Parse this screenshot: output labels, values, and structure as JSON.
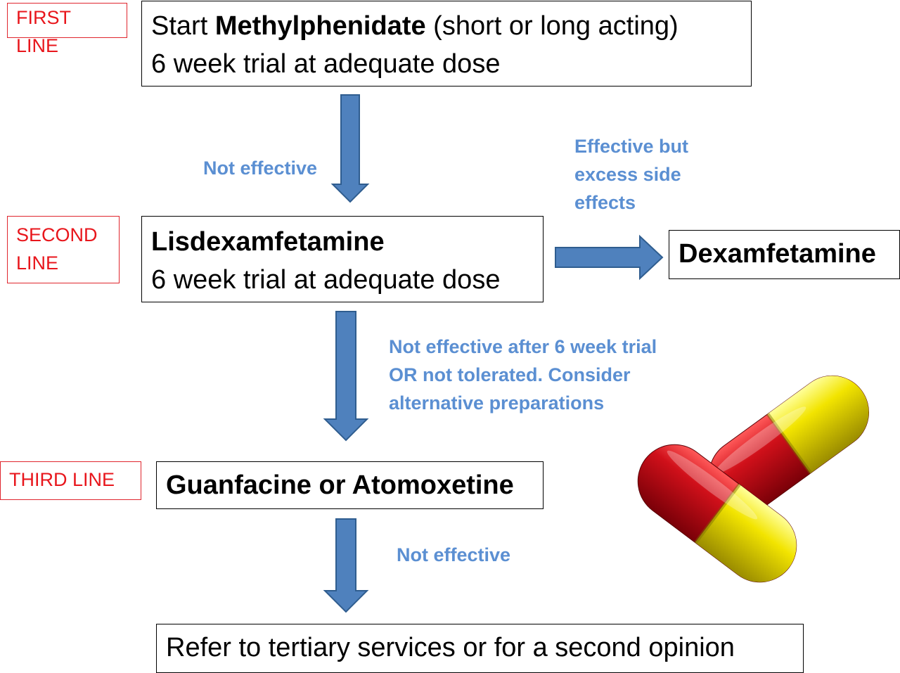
{
  "line_tags": {
    "first": "FIRST LINE",
    "second_line1": "SECOND",
    "second_line2": "LINE",
    "third": "THIRD LINE"
  },
  "steps": {
    "first": {
      "prefix": "Start ",
      "drug": "Methylphenidate",
      "suffix": " (short or long acting)",
      "detail": "6 week trial at adequate dose"
    },
    "second": {
      "drug": "Lisdexamfetamine",
      "detail": "6 week trial at adequate dose"
    },
    "alternative": {
      "drug": "Dexamfetamine"
    },
    "third": {
      "drug": "Guanfacine or Atomoxetine"
    },
    "final": {
      "text": "Refer to tertiary services or for a second opinion"
    }
  },
  "edge_labels": {
    "first_to_second": "Not effective",
    "second_to_alt_l1": "Effective but",
    "second_to_alt_l2": "excess side",
    "second_to_alt_l3": "effects",
    "second_to_third_l1": "Not effective after 6 week trial",
    "second_to_third_l2": "OR not tolerated. Consider",
    "second_to_third_l3": "alternative preparations",
    "third_to_final": "Not effective"
  },
  "colors": {
    "tag": "#e8161c",
    "arrow_fill": "#4f81bd",
    "arrow_stroke": "#2f5d8f",
    "label_text": "#5b8fd2",
    "capsule_red": "#d0101a",
    "capsule_yellow": "#f2e400"
  },
  "icons": {
    "decoration": "capsule-pills-icon"
  }
}
